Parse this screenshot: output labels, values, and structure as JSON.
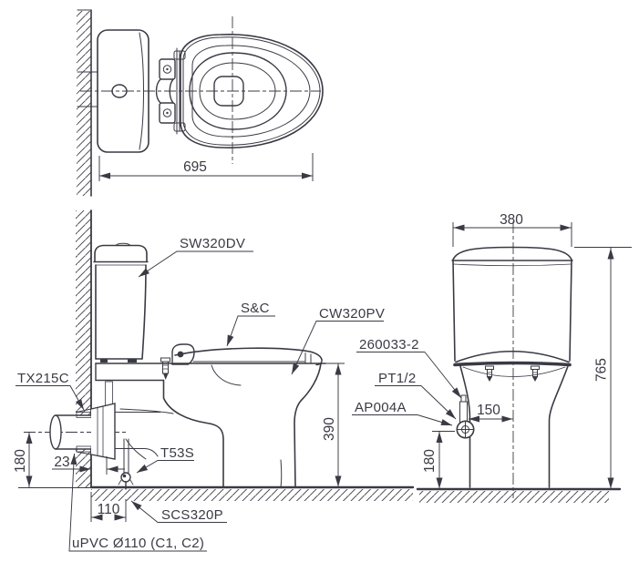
{
  "drawing_type": "toilet installation technical drawing",
  "colors": {
    "line": "#3a3a44",
    "background": "#ffffff"
  },
  "top_view": {
    "width_dim": "695"
  },
  "side_view": {
    "cistern_label": "SW320DV",
    "seat_cover_label": "S&C",
    "bowl_label": "CW320PV",
    "inlet_label": "TX215C",
    "trap_label": "T53S",
    "outlet_label": "SCS320P",
    "pipe_label": "uPVC Ø110 (C1, C2)",
    "dims": {
      "pipe_center_height": "180",
      "wall_gap": "23",
      "floor_outlet_offset": "110",
      "rim_height": "390"
    }
  },
  "front_view": {
    "hose_label": "260033-2",
    "thread_label": "PT1/2",
    "valve_label": "AP004A",
    "dims": {
      "tank_width": "380",
      "total_height": "765",
      "supply_offset": "150",
      "supply_height": "180"
    }
  }
}
